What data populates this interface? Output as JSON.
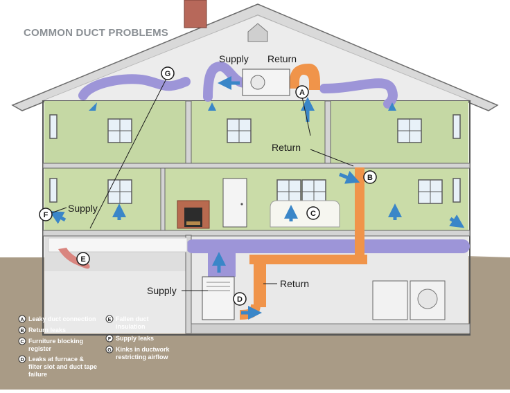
{
  "title": "COMMON DUCT PROBLEMS",
  "labels": {
    "supply_attic": "Supply",
    "return_attic": "Return",
    "return_mid": "Return",
    "supply_left": "Supply",
    "supply_basement": "Supply",
    "return_basement": "Return"
  },
  "markers": {
    "a": "A",
    "b": "B",
    "c": "C",
    "d": "D",
    "e": "E",
    "f": "F",
    "g": "G"
  },
  "legend": [
    {
      "letter": "A",
      "lines": [
        "Leaky duct connection"
      ]
    },
    {
      "letter": "B",
      "lines": [
        "Return leaks"
      ]
    },
    {
      "letter": "C",
      "lines": [
        "Furniture blocking",
        "register"
      ]
    },
    {
      "letter": "D",
      "lines": [
        "Leaks at furnace &",
        "filter slot and duct tape",
        "failure"
      ]
    },
    {
      "letter": "E",
      "lines": [
        "Fallen duct",
        "insulation"
      ]
    },
    {
      "letter": "F",
      "lines": [
        "Supply leaks"
      ]
    },
    {
      "letter": "G",
      "lines": [
        "Kinks in ductwork",
        "restricting airflow"
      ]
    }
  ],
  "colors": {
    "wall": "#c5d8a4",
    "roof_interior": "#e4e4e4",
    "ground": "#a89a86",
    "supply_duct": "#9d95d8",
    "return_duct": "#f0944a",
    "arrow": "#3a86c8"
  }
}
